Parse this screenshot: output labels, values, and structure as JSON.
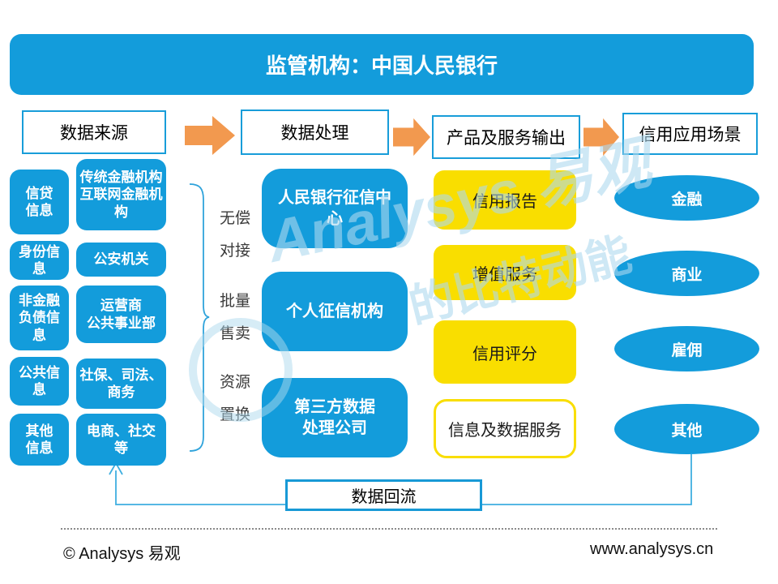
{
  "banner": {
    "title": "监管机构：中国人民银行"
  },
  "colors": {
    "blue": "#139CDB",
    "yellow": "#F9DE00",
    "orange": "#F2994F",
    "box_border_blue": "#189DD9",
    "connector_blue": "#3FAFE0"
  },
  "headers": {
    "h1": "数据来源",
    "h2": "数据处理",
    "h3": "产品及服务输出",
    "h4": "信用应用场景"
  },
  "sources": {
    "types": [
      "信贷\n信息",
      "身份信\n息",
      "非金融\n负债信\n息",
      "公共信\n息",
      "其他\n信息"
    ],
    "providers": [
      "传统金融机构\n互联网金融机\n构",
      "公安机关",
      "运营商\n公共事业部",
      "社保、司法、\n商务",
      "电商、社交\n等"
    ]
  },
  "transfer_modes": [
    "无偿\n对接",
    "批量\n售卖",
    "资源\n置换"
  ],
  "processors": [
    "人民银行征信中\n心",
    "个人征信机构",
    "第三方数据\n处理公司"
  ],
  "outputs": [
    "信用报告",
    "增值服务",
    "信用评分",
    "信息及数据服务"
  ],
  "scenarios": [
    "金融",
    "商业",
    "雇佣",
    "其他"
  ],
  "feedback_label": "数据回流",
  "watermark": {
    "brand": "Analysys 易观",
    "slogan": "的比特动能"
  },
  "footer": {
    "copyright": "© Analysys 易观",
    "website": "www.analysys.cn"
  }
}
